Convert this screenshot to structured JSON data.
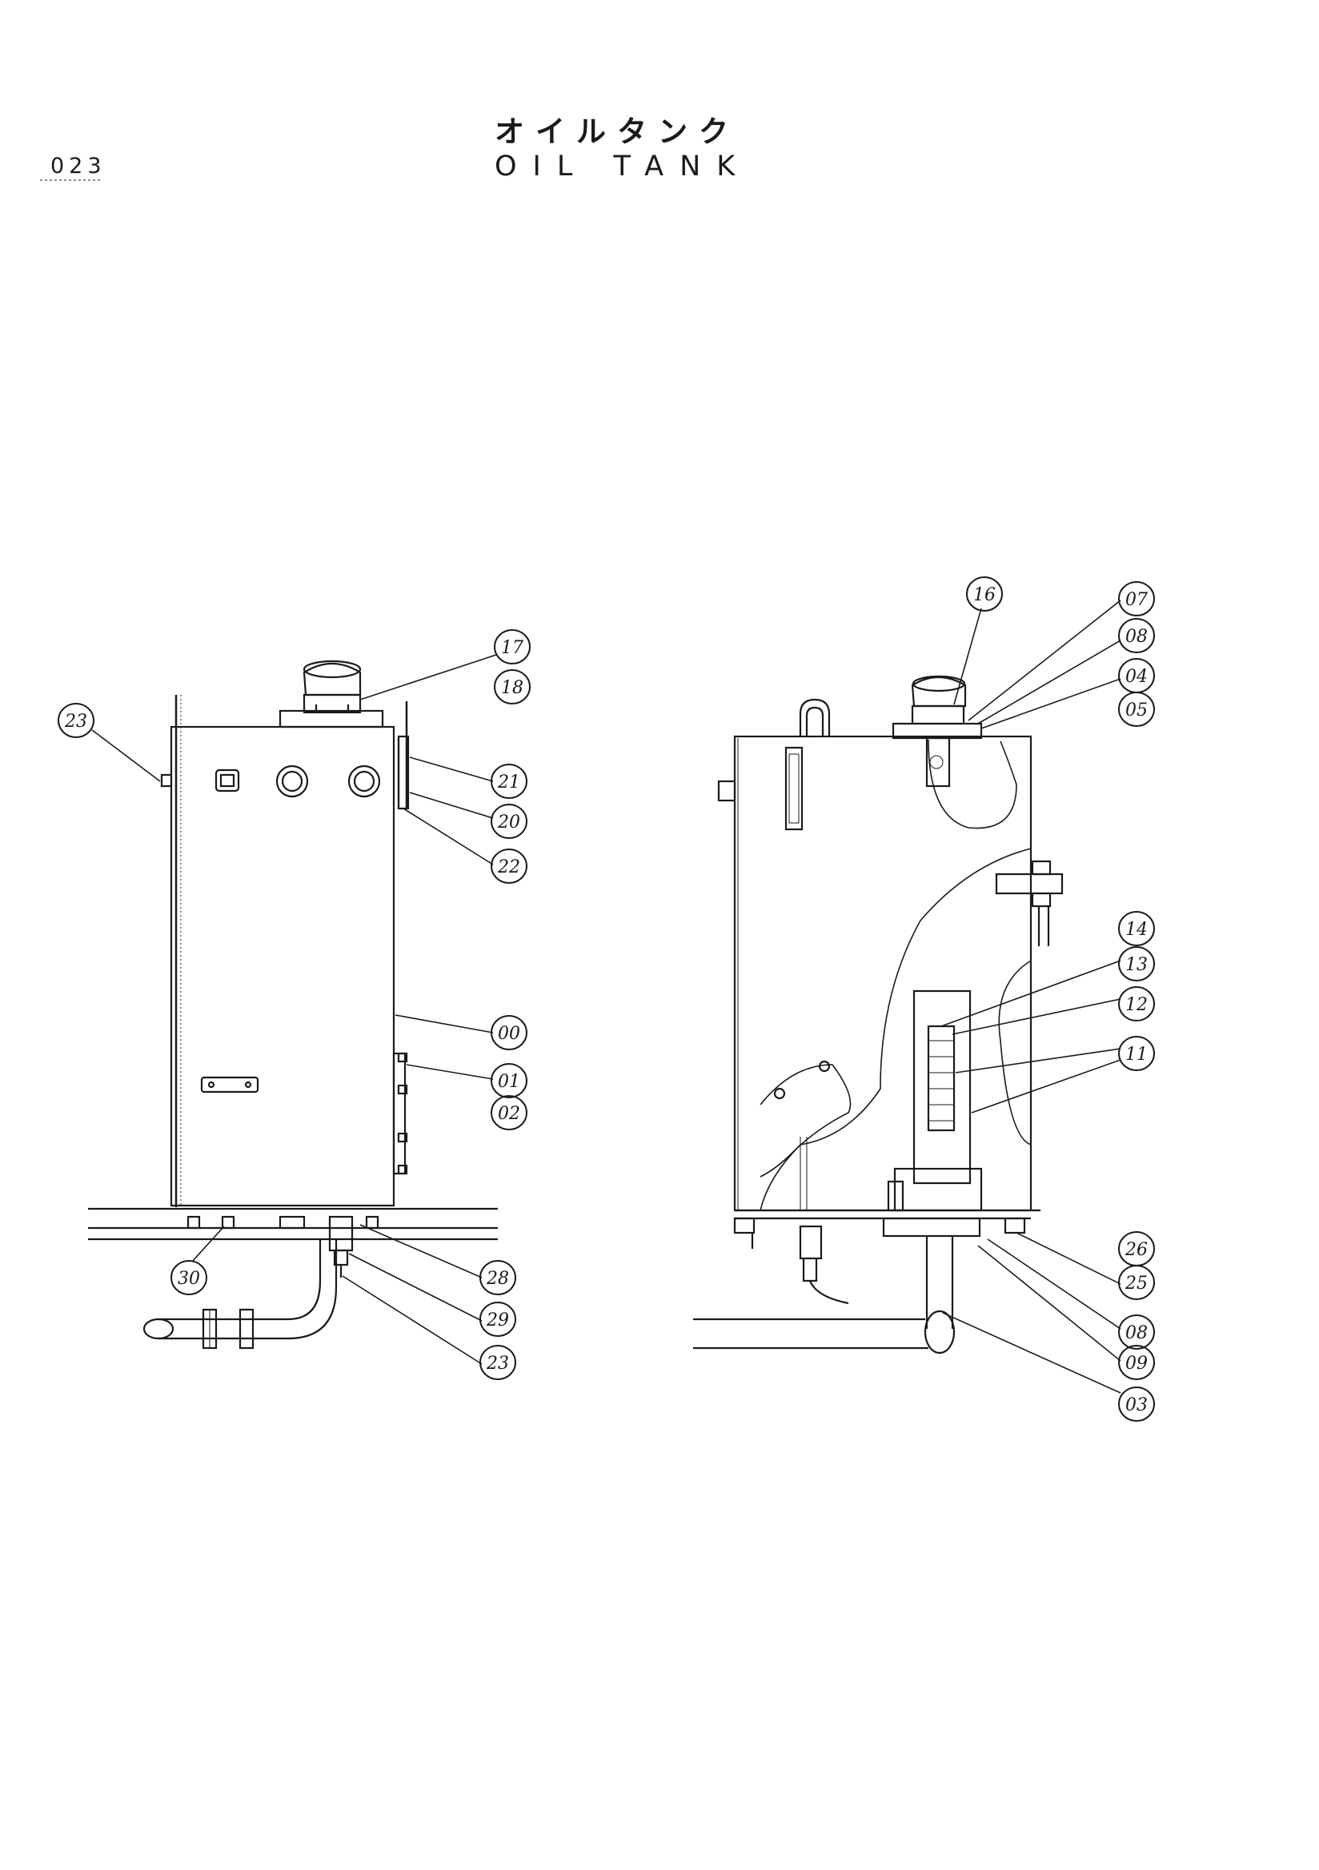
{
  "header": {
    "page_number": "023",
    "title_japanese": "オイルタンク",
    "title_english": "OIL TANK"
  },
  "left_view": {
    "callouts": [
      "23",
      "17",
      "18",
      "21",
      "20",
      "22",
      "00",
      "01",
      "02",
      "30",
      "28",
      "29",
      "23"
    ]
  },
  "right_view": {
    "callouts": [
      "16",
      "07",
      "08",
      "04",
      "05",
      "14",
      "13",
      "12",
      "11",
      "26",
      "25",
      "08",
      "09",
      "03"
    ]
  }
}
